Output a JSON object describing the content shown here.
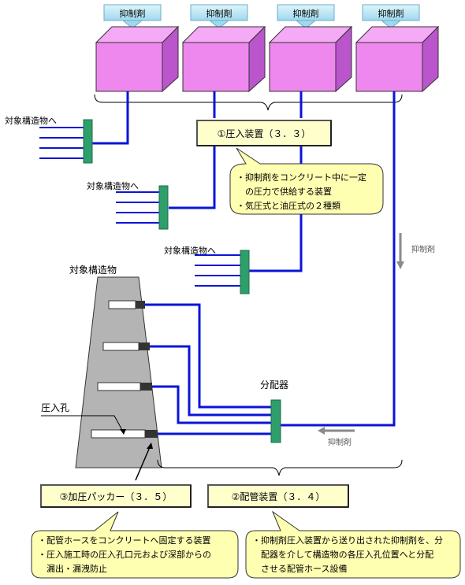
{
  "labels": {
    "inhibitor": "抑制剤",
    "target_structure_to": "対象構造物へ",
    "target_structure": "対象構造物",
    "distributor": "分配器",
    "injection_hole": "圧入孔"
  },
  "boxes": {
    "injection_device": "①圧入装置（３．３）",
    "pressure_packer": "③加圧パッカー（３．５）",
    "piping_device": "②配管装置（３．４）"
  },
  "notes": {
    "injection_device": [
      "・抑制剤をコンクリート中に一定",
      "　の圧力で供給する装置",
      "・気圧式と油圧式の２種類"
    ],
    "packer": [
      "・配管ホースをコンクリートへ固定する装置",
      "・圧入施工時の圧入孔口元および深部からの",
      "　漏出・漏洩防止"
    ],
    "piping": [
      "・抑制剤圧入装置から送り出された抑制剤を、分",
      "　配器を介して構造物の各圧入孔位置へと分配",
      "　させる配管ホース設備"
    ]
  },
  "colors": {
    "tank": "#ee88ee",
    "tank_side": "#bb55cc",
    "pipe": "#0a14d8",
    "manifold": "#2e9e6a",
    "box_fill": "#ffffcc",
    "callout_fill": "#ffffb2",
    "structure": "#b4b4b4",
    "arrow_box": "#b9e6f5"
  }
}
